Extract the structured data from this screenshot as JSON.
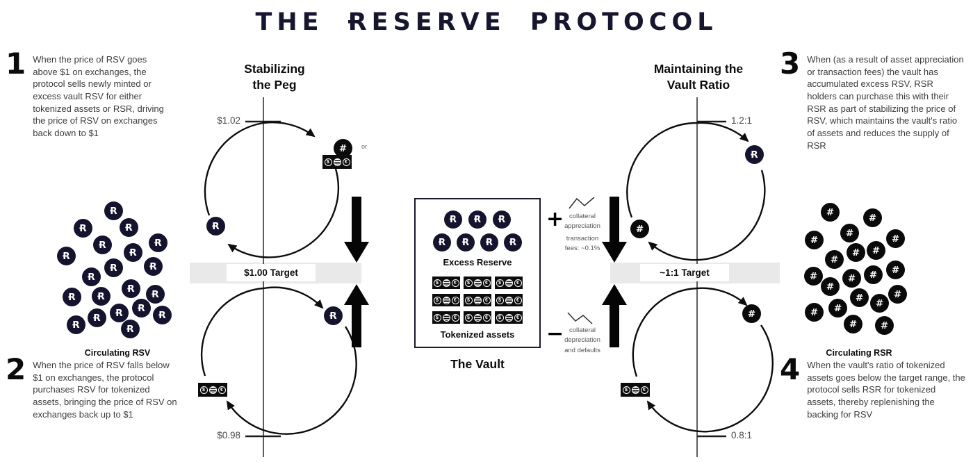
{
  "title": "THE ɌESERVE PROTOCOL",
  "colors": {
    "coin_navy": "#14142e",
    "coin_black": "#0a0a0a",
    "band_gray": "#e9e9e9",
    "body_text": "#3c3c3c"
  },
  "steps": [
    {
      "number": "1",
      "text": "When the price of RSV goes above $1 on exchanges, the protocol sells newly minted or excess vault RSV for either tokenized assets or RSR, driving the price of RSV on exchanges back down to $1"
    },
    {
      "number": "2",
      "text": "When the price of RSV falls below $1 on exchanges, the protocol purchases RSV for tokenized assets, bringing the price of RSV on exchanges back up to $1"
    },
    {
      "number": "3",
      "text": "When (as a result of asset appreciation or transaction fees) the vault has accumulated excess RSV, RSR holders can purchase this with their RSR as part of stabilizing the price of RSV, which maintains the vault's ratio of assets and reduces the supply of RSR"
    },
    {
      "number": "4",
      "text": "When the vault's ratio of tokenized assets goes below the target range, the protocol sells RSR for tokenized assets, thereby replenishing the backing for RSV"
    }
  ],
  "left_diagram": {
    "title_line1": "Stabilizing",
    "title_line2": "the Peg",
    "top_tick": "$1.02",
    "target": "$1.00 Target",
    "bottom_tick": "$0.98",
    "or_label": "or"
  },
  "right_diagram": {
    "title_line1": "Maintaining the",
    "title_line2": "Vault Ratio",
    "top_tick": "1.2:1",
    "target": "~1:1 Target",
    "bottom_tick": "0.8:1"
  },
  "vault": {
    "label": "The Vault",
    "excess_label": "Excess Reserve",
    "tokenized_label": "Tokenized assets",
    "rsv_coin_symbol": "Ɍ",
    "coin_rows": [
      3,
      4
    ],
    "chip_rows": 3,
    "chip_cols": 3
  },
  "clusters": {
    "rsv": {
      "label": "Circulating RSV",
      "symbol": "Ɍ",
      "count": 20
    },
    "rsr": {
      "label": "Circulating RSR",
      "symbol": "#",
      "count": 20
    }
  },
  "chip_glyphs": {
    "left": "$",
    "right": "€"
  },
  "annotations": {
    "plus": {
      "sign": "+",
      "lines": [
        "collateral",
        "appreciation"
      ],
      "extra_lines": [
        "transaction",
        "fees: ~0.1%"
      ]
    },
    "minus": {
      "sign": "−",
      "lines": [
        "collateral",
        "depreciation",
        "and defaults"
      ]
    }
  }
}
